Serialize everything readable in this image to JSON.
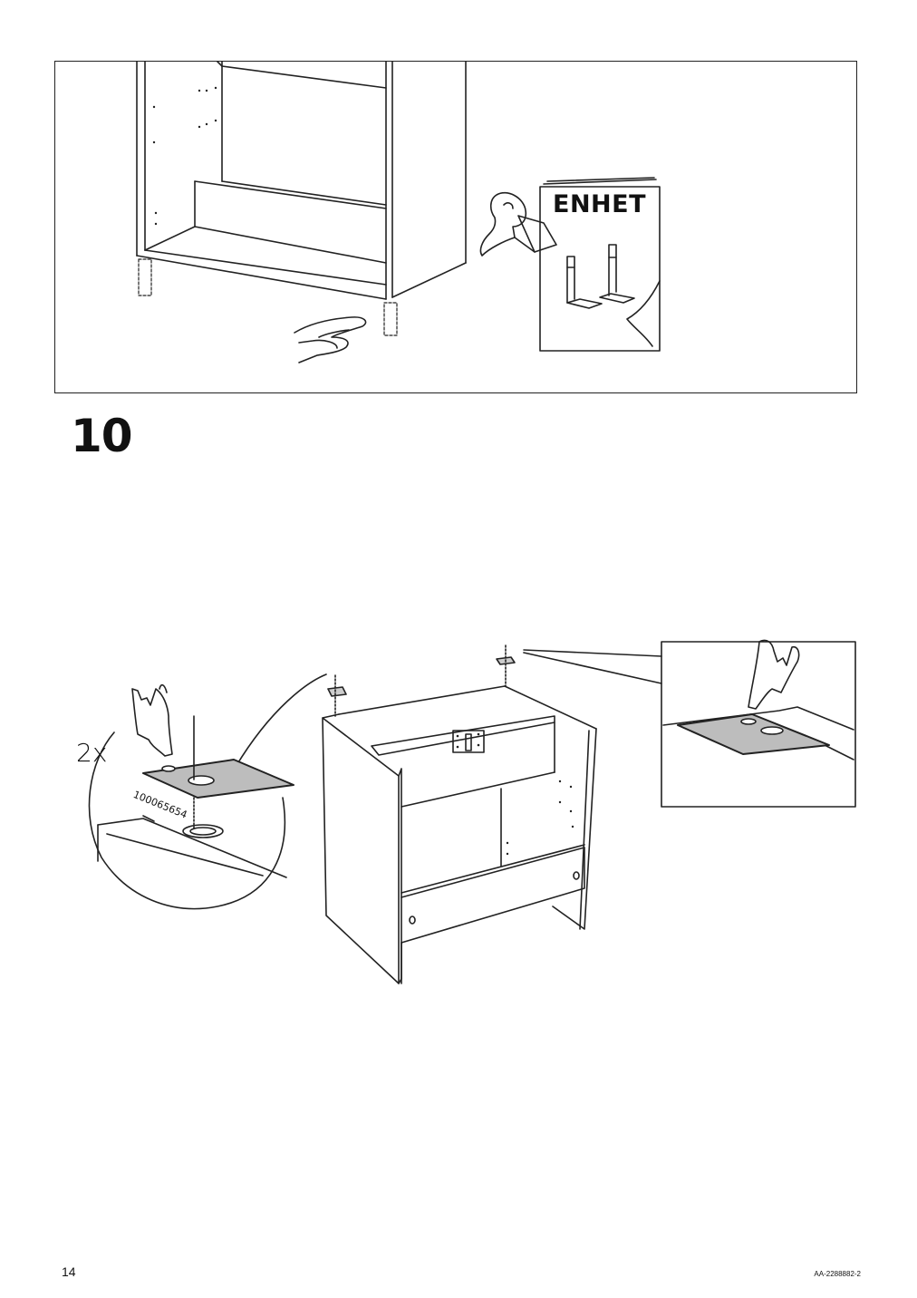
{
  "step": {
    "number": "10"
  },
  "booklet": {
    "title": "ENHET"
  },
  "detail": {
    "quantity": "2x",
    "part_number": "100065654"
  },
  "footer": {
    "page_number": "14",
    "document_code": "AA-2288882-2"
  },
  "colors": {
    "line": "#222222",
    "plate_fill": "#bdbdbd",
    "background": "#ffffff"
  }
}
